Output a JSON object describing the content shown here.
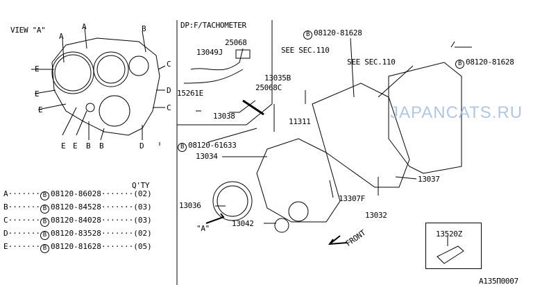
{
  "view_label": "VIEW \"A\"",
  "view_letters": {
    "a": "A",
    "b": "B",
    "c": "C",
    "d": "D",
    "e": "E"
  },
  "qty_header": "Q'TY",
  "bolt_symbol": "B",
  "bolt_table": [
    {
      "letter": "A",
      "part": "08120-86028",
      "qty": "(02)"
    },
    {
      "letter": "B",
      "part": "08120-84528",
      "qty": "(03)"
    },
    {
      "letter": "C",
      "part": "08120-84028",
      "qty": "(03)"
    },
    {
      "letter": "D",
      "part": "08120-83528",
      "qty": "(02)"
    },
    {
      "letter": "E",
      "part": "08120-81628",
      "qty": "(05)"
    }
  ],
  "tacho_box": {
    "title": "DP:F/TACHOMETER",
    "parts": [
      "25068",
      "13049J",
      "15261E"
    ]
  },
  "labels": {
    "bolt_top": "08120-81628",
    "bolt_right": "08120-81628",
    "see_sec_1": "SEE SEC.110",
    "see_sec_2": "SEE SEC.110",
    "p13035B": "13035B",
    "p25068C": "25068C",
    "p13038": "13038",
    "p11311": "11311",
    "bolt_61633": "08120-61633",
    "p13034": "13034",
    "p13036": "13036",
    "p13042": "13042",
    "p13307F": "13307F",
    "p13032": "13032",
    "p13037": "13037",
    "p13520Z": "13520Z",
    "view_a_arrow": "\"A\"",
    "front": "FRONT"
  },
  "watermark": "JAPANCATS.RU",
  "diagram_code": "A135Π0007"
}
